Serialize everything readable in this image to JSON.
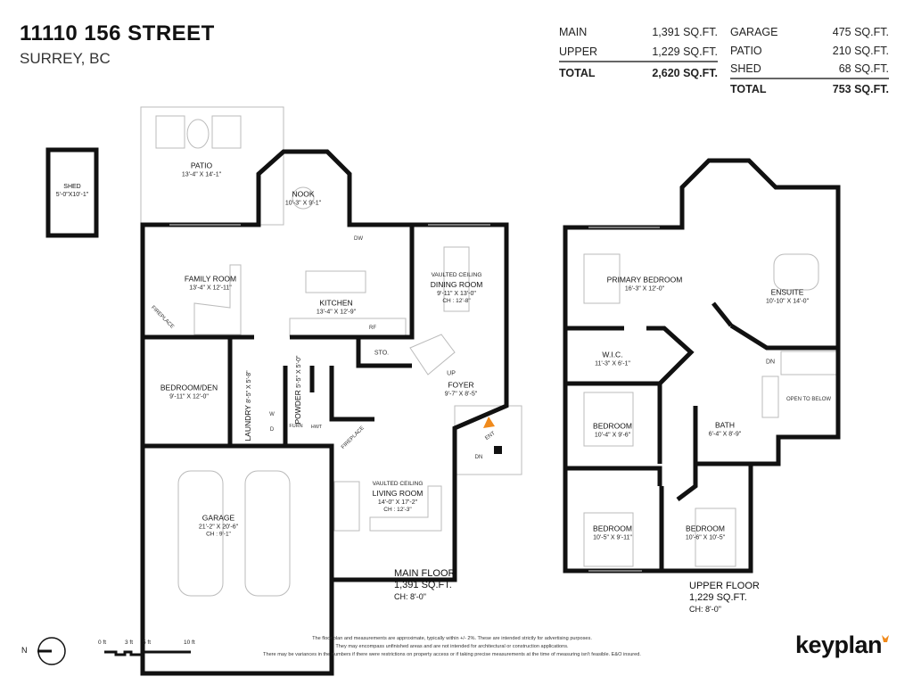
{
  "header": {
    "title": "11110 156 STREET",
    "subtitle": "SURREY, BC"
  },
  "areas_living": [
    {
      "label": "MAIN",
      "value": "1,391 SQ.FT."
    },
    {
      "label": "UPPER",
      "value": "1,229 SQ.FT."
    }
  ],
  "areas_living_total": {
    "label": "TOTAL",
    "value": "2,620 SQ.FT."
  },
  "areas_other": [
    {
      "label": "GARAGE",
      "value": "475 SQ.FT."
    },
    {
      "label": "PATIO",
      "value": "210 SQ.FT."
    },
    {
      "label": "SHED",
      "value": "68 SQ.FT."
    }
  ],
  "areas_other_total": {
    "label": "TOTAL",
    "value": "753 SQ.FT."
  },
  "main_floor": {
    "caption": "MAIN FLOOR",
    "area": "1,391 SQ.FT.",
    "ceiling": "CH: 8'-0\"",
    "rooms": [
      {
        "name": "PATIO",
        "dims": "13'-4\" X 14'-1\""
      },
      {
        "name": "NOOK",
        "dims": "10'-3\" X 9'-1\""
      },
      {
        "name": "FAMILY ROOM",
        "dims": "13'-4\" X 12'-11\""
      },
      {
        "name": "KITCHEN",
        "dims": "13'-4\" X 12'-9\""
      },
      {
        "name": "DINING ROOM",
        "dims": "9'-11\" X 13'-0\"",
        "ch": "CH : 12'-8\"",
        "note": "VAULTED CEILING"
      },
      {
        "name": "BEDROOM/DEN",
        "dims": "9'-11\" X 12'-0\""
      },
      {
        "name": "FOYER",
        "dims": "9'-7\" X 8'-5\""
      },
      {
        "name": "GARAGE",
        "dims": "21'-2\" X 20'-6\"",
        "ch": "CH : 9'-1\""
      },
      {
        "name": "LIVING ROOM",
        "dims": "14'-0\" X 17'-2\"",
        "ch": "CH : 12'-3\"",
        "note": "VAULTED CEILING"
      },
      {
        "name": "SHED",
        "dims": "5'-0\"X10'-1\""
      }
    ],
    "laundry": {
      "name": "LAUNDRY",
      "dims": "8'-5\" X 5'-8\""
    },
    "powder": {
      "name": "POWDER",
      "dims": "5'-5\" X 5'-0\""
    },
    "fixtures": {
      "dw": "DW",
      "rf": "RF",
      "sto": "STO.",
      "w": "W",
      "d": "D",
      "furn": "FURN",
      "hwt": "HWT",
      "up": "UP",
      "dn": "DN",
      "ent": "ENT",
      "fireplace": "FIREPLACE"
    }
  },
  "upper_floor": {
    "caption": "UPPER FLOOR",
    "area": "1,229 SQ.FT.",
    "ceiling": "CH: 8'-0\"",
    "rooms": [
      {
        "name": "PRIMARY BEDROOM",
        "dims": "16'-3\" X 12'-0\""
      },
      {
        "name": "ENSUITE",
        "dims": "10'-10\" X 14'-0\""
      },
      {
        "name": "W.I.C.",
        "dims": "11'-3\" X 6'-1\""
      },
      {
        "name": "BEDROOM",
        "dims": "10'-4\" X 9'-6\""
      },
      {
        "name": "BATH",
        "dims": "6'-4\" X 8'-9\""
      },
      {
        "name": "BEDROOM",
        "dims": "10'-5\" X 9'-11\""
      },
      {
        "name": "BEDROOM",
        "dims": "10'-6\" X 10'-5\""
      }
    ],
    "open_to_below": "OPEN TO BELOW",
    "dn": "DN"
  },
  "footer": {
    "north": "N",
    "scale_ticks": [
      "0 ft",
      "3 ft",
      "5 ft",
      "10 ft"
    ],
    "disclaimer": [
      "The floor plan and measurements are approximate, typically within +/- 2%. These are intended strictly for advertising purposes.",
      "They may encompass unfinished areas and are not intended for architectural or construction applications.",
      "There may be variances in the numbers if there were restrictions on property access or if taking precise measurements at the time of measuring isn't feasible. E&O insured."
    ],
    "brand": "keyplan"
  },
  "colors": {
    "wall": "#111111",
    "fixture": "#bbbbbb",
    "entry_marker": "#f08a1c",
    "brand_accent": "#f08a1c"
  }
}
